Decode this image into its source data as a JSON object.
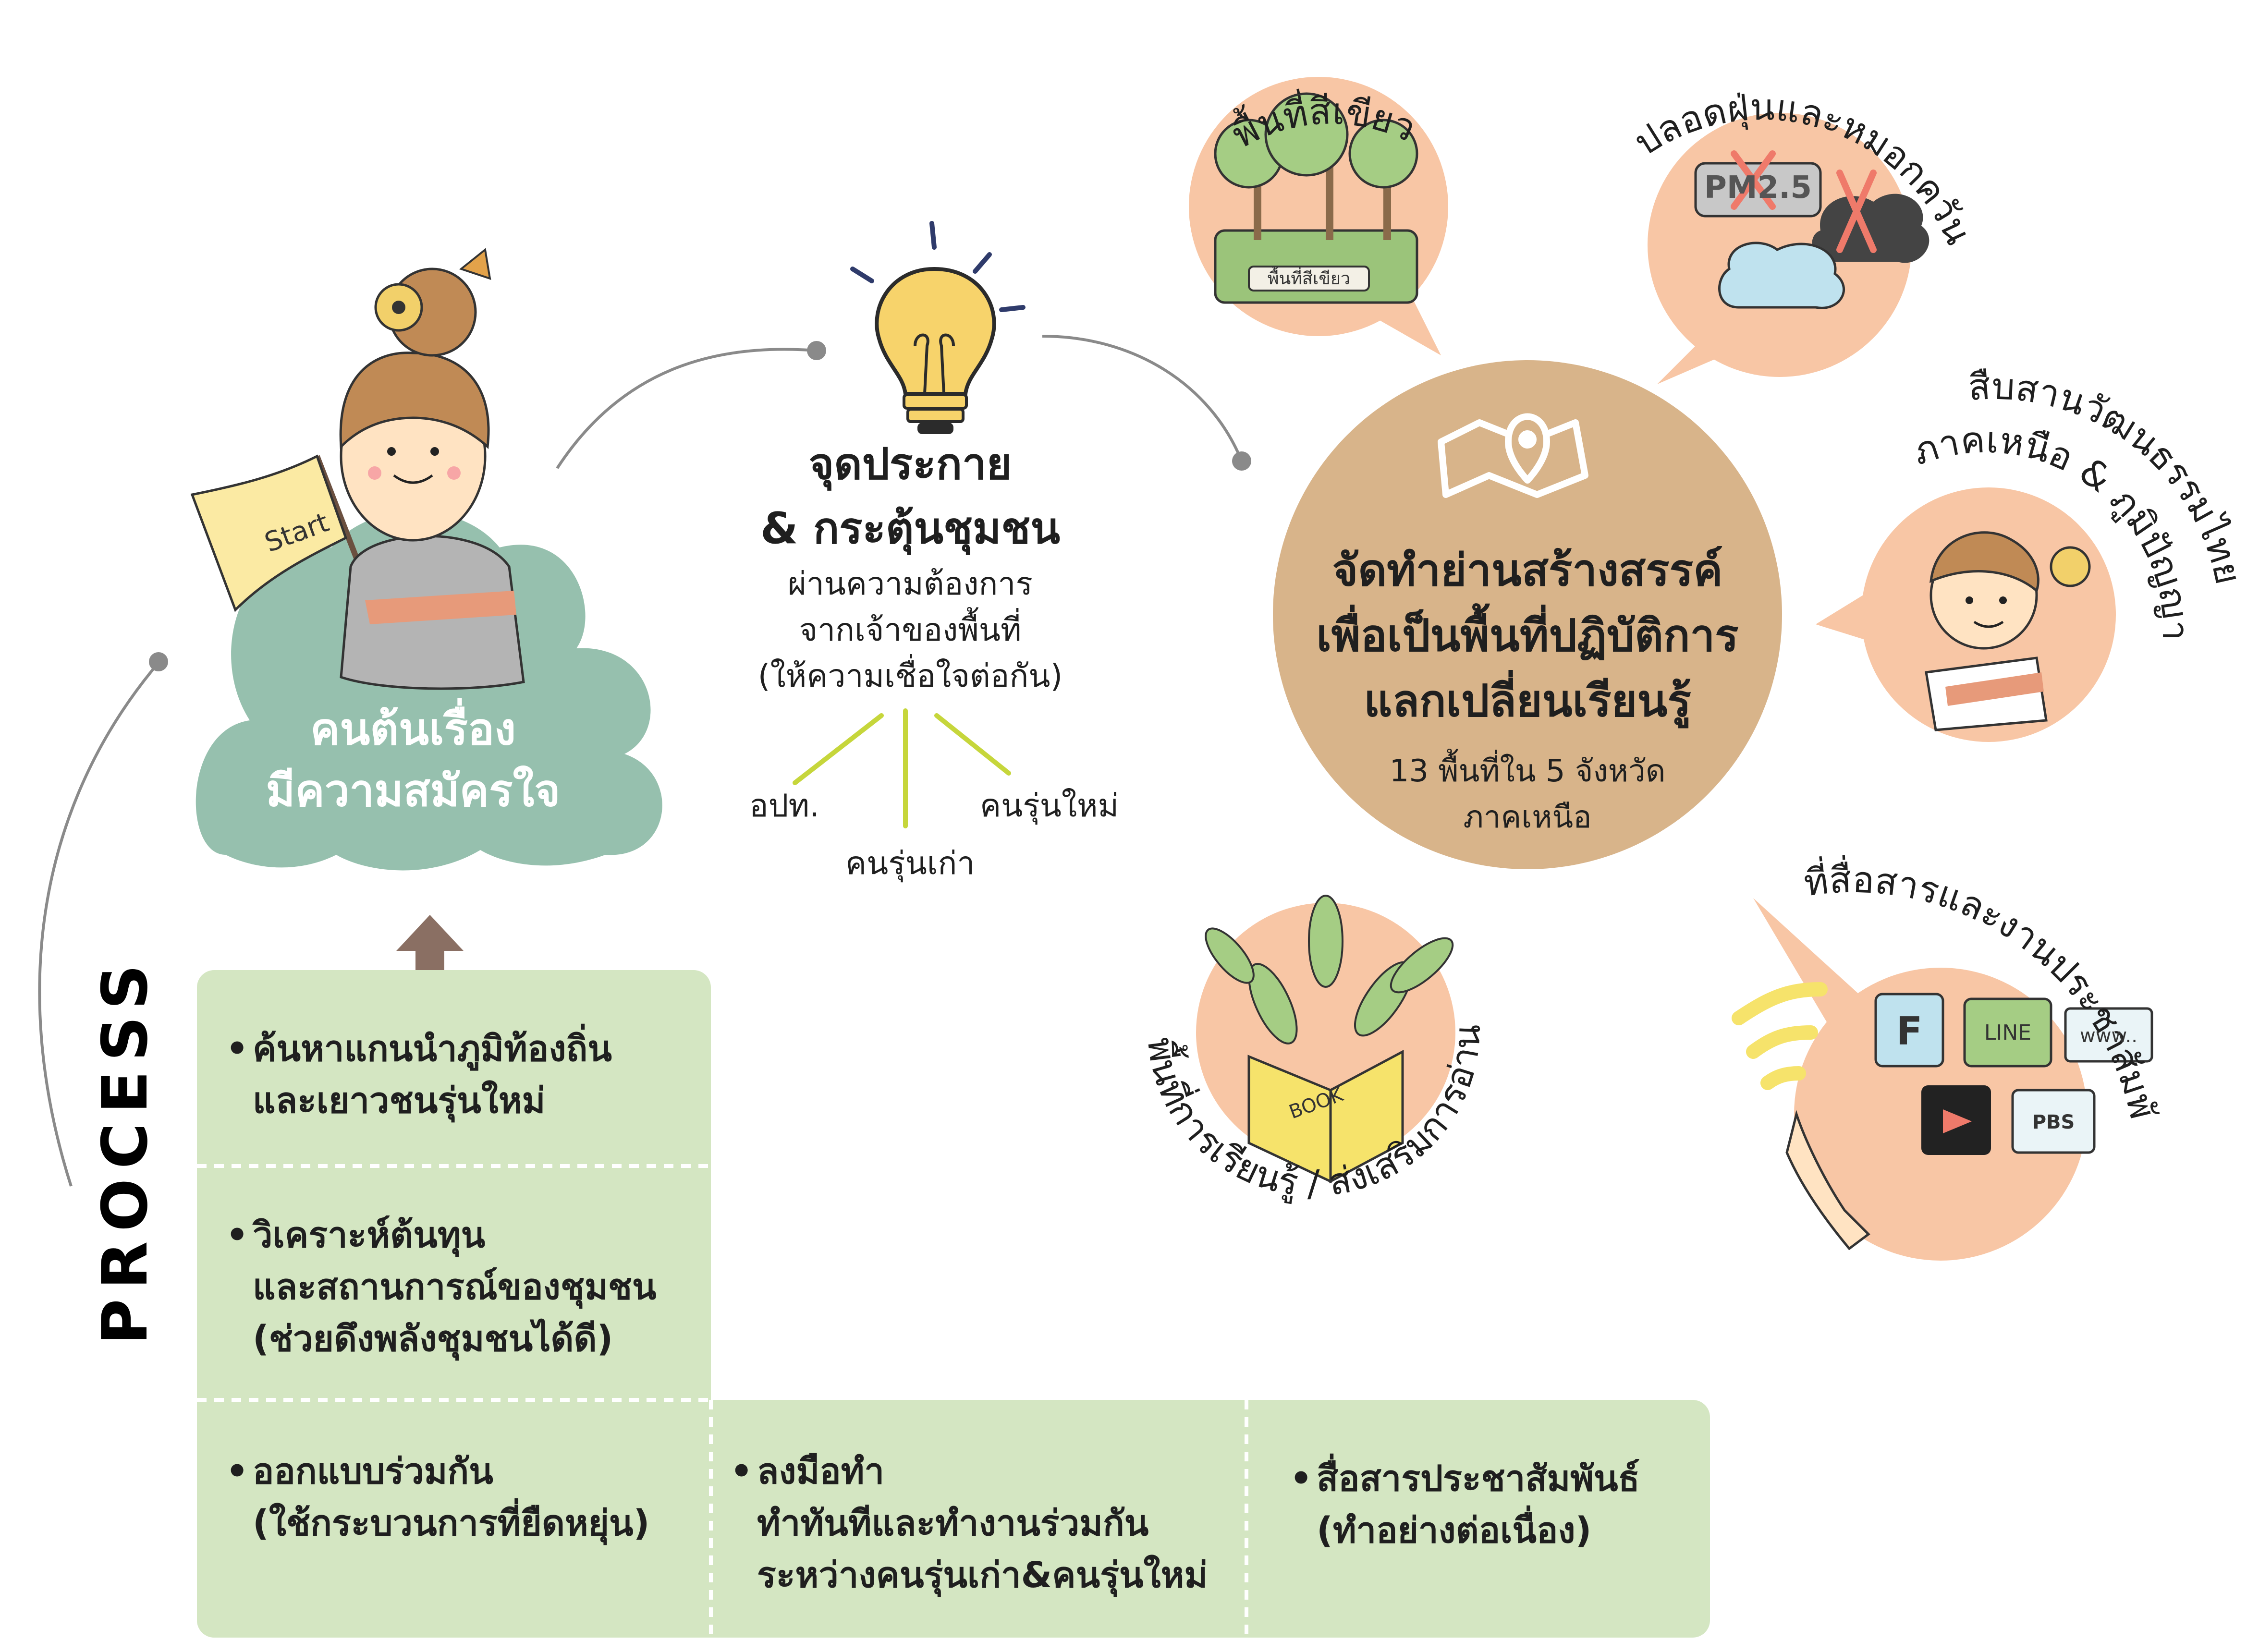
{
  "colors": {
    "process_green": "#d4e6c2",
    "cloud_green": "#96c0ae",
    "peach": "#f8c6a5",
    "kraft": "#d8b48a",
    "arrow_brown": "#8a6f63",
    "process_text": "#9a8078",
    "bulb_yellow": "#f7d36b",
    "bulb_rays": "#2f3b6b",
    "connector_gray": "#8a8a8a",
    "branch_lime": "#c6d63b"
  },
  "process_label": "PROCESS",
  "start_cloud": {
    "title_line1": "คนต้นเรื่อง",
    "title_line2": "มีความสมัครใจ",
    "flag_text": "Start"
  },
  "spark": {
    "title_line1": "จุดประกาย",
    "title_line2": "& กระตุ้นชุมชน",
    "sub_line1": "ผ่านความต้องการ",
    "sub_line2": "จากเจ้าของพื้นที่",
    "sub_line3": "(ให้ความเชื่อใจต่อกัน)",
    "branches": [
      "อปท.",
      "คนรุ่นเก่า",
      "คนรุ่นใหม่"
    ]
  },
  "hub": {
    "title_line1": "จัดทำย่านสร้างสรรค์",
    "title_line2": "เพื่อเป็นพื้นที่ปฏิบัติการ",
    "title_line3": "แลกเปลี่ยนเรียนรู้",
    "sub_line1": "13 พื้นที่ใน 5 จังหวัด",
    "sub_line2": "ภาคเหนือ"
  },
  "bubbles": {
    "green_space": "พื้นที่สีเขียว",
    "green_space_sign": "พื้นที่สีเขียว",
    "clean_air": "ปลอดฝุ่นและหมอกควัน",
    "clean_air_sign": "PM2.5",
    "culture_line1": "สืบสานวัฒนธรรมไทย",
    "culture_line2": "ภาคเหนือ & ภูมิปัญญา",
    "learning": "พื้นที่การเรียนรู้ / ส่งเสริมการอ่าน",
    "learning_book": "BOOK",
    "media": "พื้นที่สื่อสารและงานประชาสัมพันธ์",
    "media_icons": [
      "F",
      "LINE",
      "www..",
      "PBS"
    ]
  },
  "process_steps": [
    {
      "line1": "ค้นหาแกนนำภูมิท้องถิ่น",
      "line2": "และเยาวชนรุ่นใหม่"
    },
    {
      "line1": "วิเคราะห์ต้นทุน",
      "line2": "และสถานการณ์ของชุมชน",
      "line3": "(ช่วยดึงพลังชุมชนได้ดี)"
    },
    {
      "line1": "ออกแบบร่วมกัน",
      "line2": "(ใช้กระบวนการที่ยืดหยุ่น)"
    },
    {
      "line1": "ลงมือทำ",
      "line2": "ทำทันทีและทำงานร่วมกัน",
      "line3": "ระหว่างคนรุ่นเก่า&คนรุ่นใหม่"
    },
    {
      "line1": "สื่อสารประชาสัมพันธ์",
      "line2": "(ทำอย่างต่อเนื่อง)"
    }
  ]
}
